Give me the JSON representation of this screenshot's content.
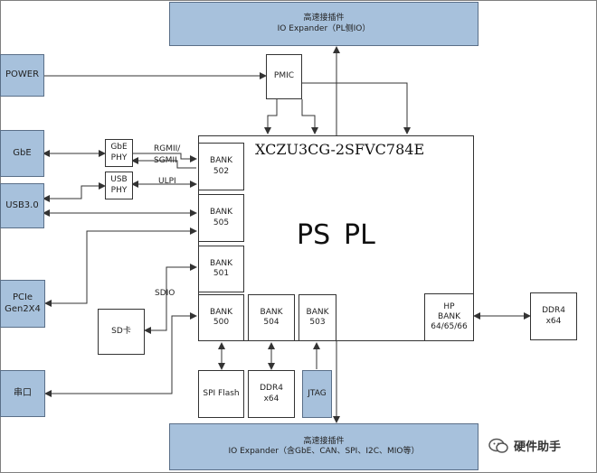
{
  "io_top": {
    "line1": "高速接插件",
    "line2": "IO Expander（PL侧IO）"
  },
  "io_bottom": {
    "line1": "高速接插件",
    "line2": "IO Expander（含GbE、CAN、SPI、I2C、MIO等）"
  },
  "left_blocks": {
    "power": "POWER",
    "gbe": "GbE",
    "usb": "USB3.0",
    "pcie_1": "PCIe",
    "pcie_2": "Gen2X4",
    "uart": "串口"
  },
  "pmic": "PMIC",
  "phys": {
    "gbe_1": "GbE",
    "gbe_2": "PHY",
    "usb_1": "USB",
    "usb_2": "PHY"
  },
  "chip": {
    "title": "XCZU3CG-2SFVC784E",
    "ps": "PS",
    "pl": "PL"
  },
  "banks": {
    "b502": [
      "BANK",
      "502"
    ],
    "b505": [
      "BANK",
      "505"
    ],
    "b501": [
      "BANK",
      "501"
    ],
    "b500": [
      "BANK",
      "500"
    ],
    "b504": [
      "BANK",
      "504"
    ],
    "b503": [
      "BANK",
      "503"
    ],
    "hp": [
      "HP",
      "BANK",
      "64/65/66"
    ]
  },
  "signals": {
    "rgmii": "RGMII/",
    "sgmii": "SGMII",
    "ulpi": "ULPI",
    "sdio": "SDIO"
  },
  "peripherals": {
    "sd": "SD卡",
    "spi_flash": "SPI Flash",
    "ddr4_ps_1": "DDR4",
    "ddr4_ps_2": "x64",
    "jtag": "JTAG",
    "ddr4_pl_1": "DDR4",
    "ddr4_pl_2": "x64"
  },
  "watermark": "硬件助手",
  "colors": {
    "block_fill": "#a7c1dc",
    "line": "#333333"
  }
}
